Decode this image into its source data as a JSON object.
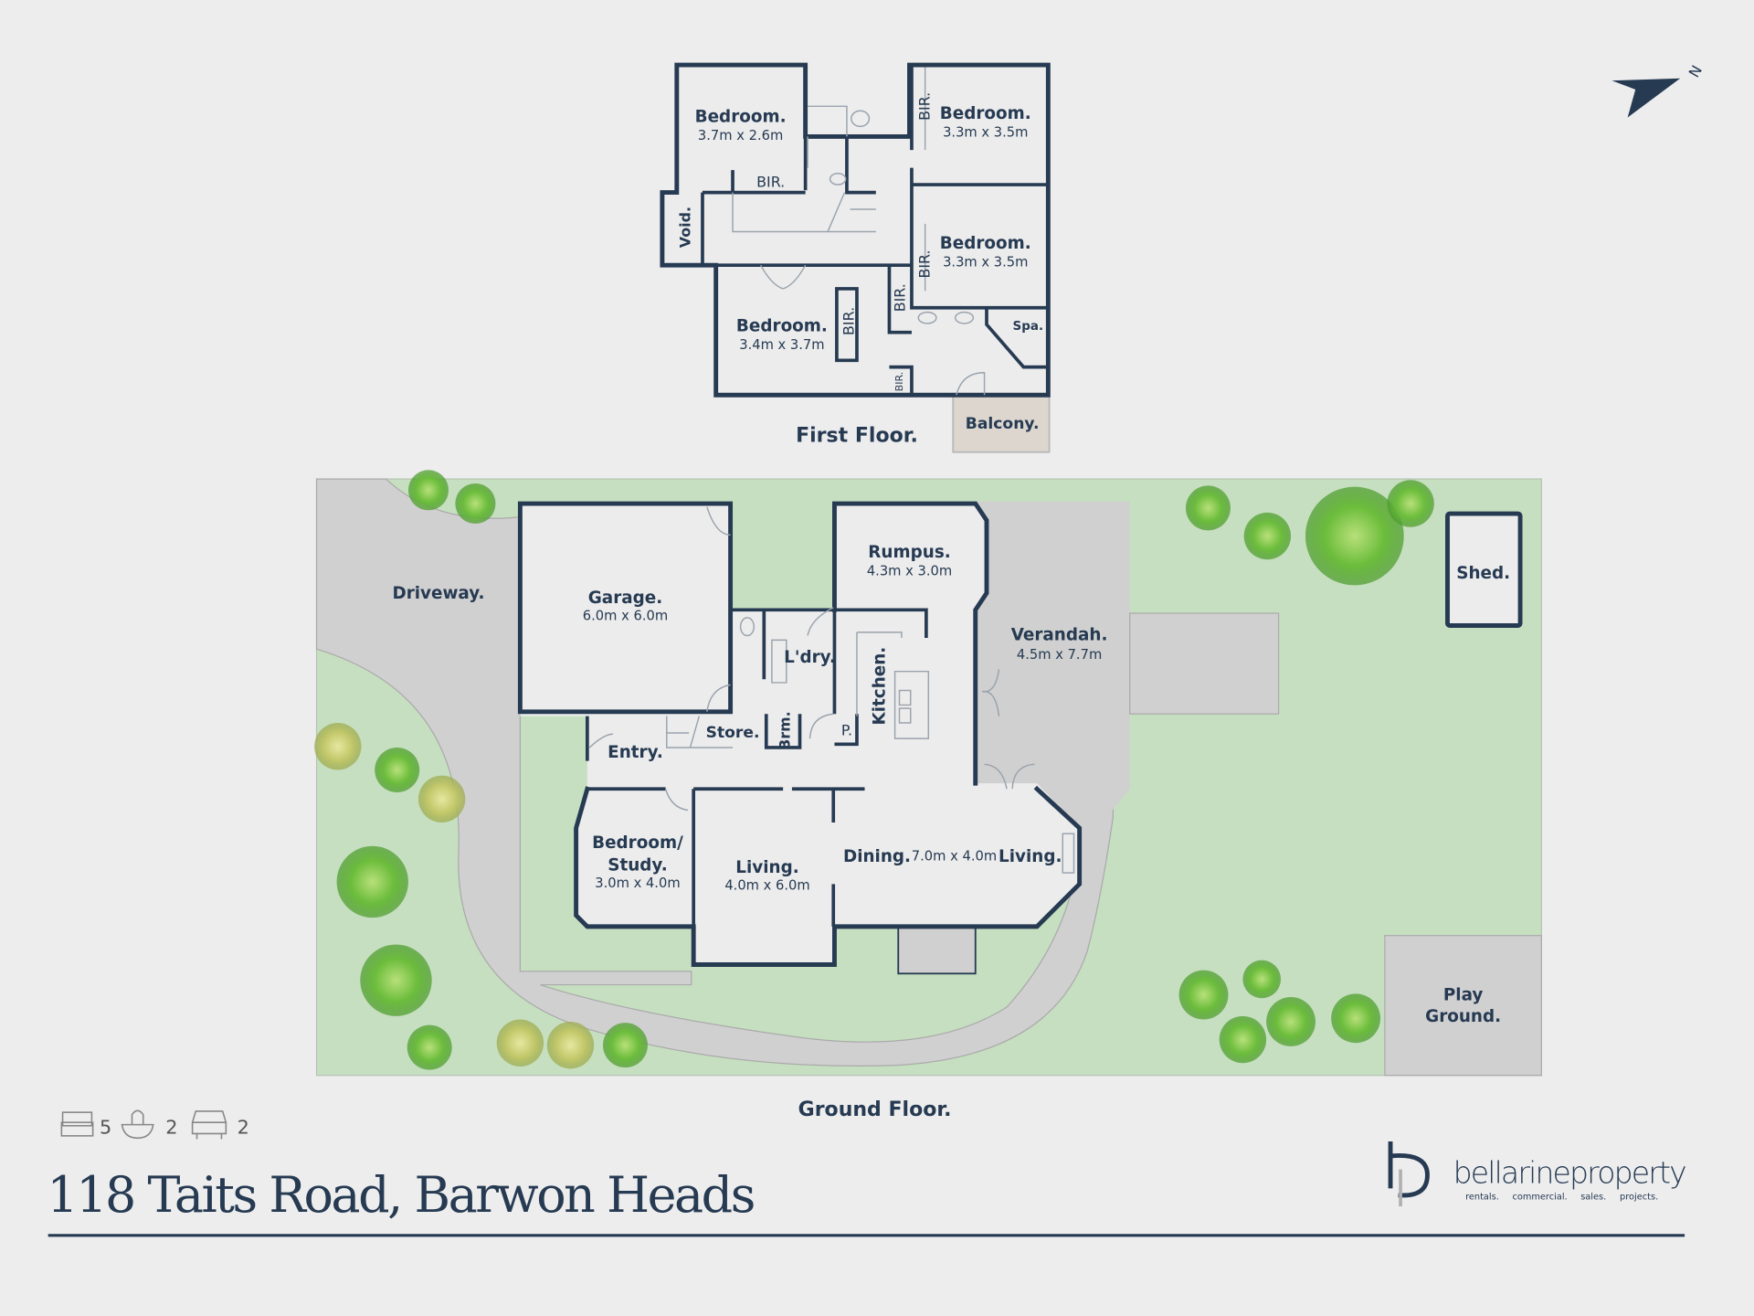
{
  "first_floor": {
    "label": "First Floor.",
    "rooms": [
      {
        "name": "Bedroom.",
        "dims": "3.7m x 2.6m"
      },
      {
        "name": "Bedroom.",
        "dims": "3.3m x 3.5m"
      },
      {
        "name": "Bedroom.",
        "dims": "3.3m x 3.5m"
      },
      {
        "name": "Bedroom.",
        "dims": "3.4m x 3.7m"
      }
    ],
    "bir_label": "BIR.",
    "void_label": "Void.",
    "spa_label": "Spa.",
    "balcony_label": "Balcony."
  },
  "ground_floor": {
    "label": "Ground Floor.",
    "garage": {
      "name": "Garage.",
      "dims": "6.0m x 6.0m"
    },
    "rumpus": {
      "name": "Rumpus.",
      "dims": "4.3m x 3.0m"
    },
    "verandah": {
      "name": "Verandah.",
      "dims": "4.5m x 7.7m"
    },
    "study": {
      "name_line1": "Bedroom/",
      "name_line2": "Study.",
      "dims": "3.0m x 4.0m"
    },
    "living": {
      "name": "Living.",
      "dims": "4.0m x 6.0m"
    },
    "dining": {
      "name": "Dining.",
      "dims": "7.0m x 4.0m",
      "living": "Living."
    },
    "laundry": "L'dry.",
    "kitchen": "Kitchen.",
    "store": "Store.",
    "brm": "Brm.",
    "pantry": "P.",
    "entry": "Entry.",
    "driveway": "Driveway.",
    "shed": "Shed.",
    "playground_line1": "Play",
    "playground_line2": "Ground."
  },
  "stats": {
    "bedrooms": "5",
    "bathrooms": "2",
    "car_spaces": "2"
  },
  "address": "118 Taits Road, Barwon Heads",
  "logo": {
    "name": "bellarineproperty",
    "tagline": [
      "rentals.",
      "commercial.",
      "sales.",
      "projects."
    ]
  },
  "north_label": "N",
  "colors": {
    "navy": "#263a52",
    "grass": "#c6dfc0",
    "paving": "#d0d0d0",
    "background": "#ededee"
  }
}
